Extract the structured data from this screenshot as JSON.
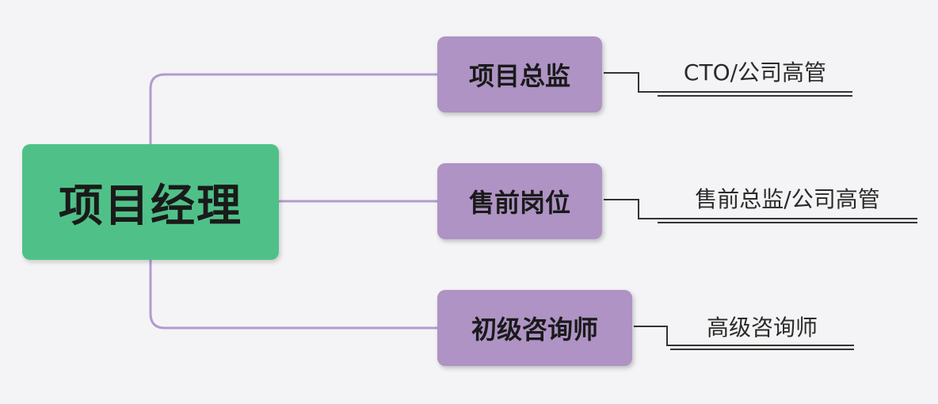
{
  "root": {
    "label": "项目经理"
  },
  "branches": [
    {
      "label": "项目总监",
      "note": "CTO/公司高管"
    },
    {
      "label": "售前岗位",
      "note": "售前总监/公司高管"
    },
    {
      "label": "初级咨询师",
      "note": "高级咨询师"
    }
  ],
  "colors": {
    "root_fill": "#4fc188",
    "branch_fill": "#ae93c4",
    "connector": "#b39bd0",
    "note_line": "#333333"
  }
}
